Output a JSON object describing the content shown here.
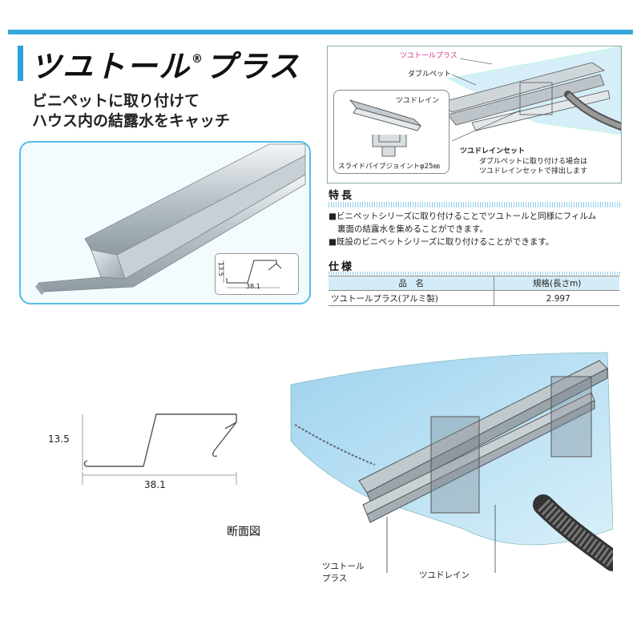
{
  "title": {
    "main": "ツユトール",
    "registered": "®",
    "suffix": "プラス"
  },
  "tagline": {
    "line1": "ビニペットに取り付けて",
    "line2": "ハウス内の結露水をキャッチ"
  },
  "photo_inset": {
    "height": "13.5",
    "width": "38.1"
  },
  "diagram_top": {
    "label_product": "ツユトールプラス",
    "label_double": "ダブルペット",
    "callout_drain": "ツユドレイン",
    "callout_joint": "スライドパイプジョイントφ25㎜",
    "set_title": "ツユドレインセット",
    "set_note1": "ダブルペットに取り付ける場合は",
    "set_note2": "ツユドレインセットで排出します"
  },
  "features": {
    "heading": "特長",
    "item1a": "■ビニペットシリーズに取り付けることでツユトールと同様にフィルム",
    "item1b": "裏面の結露水を集めることができます。",
    "item2": "■既設のビニペットシリーズに取り付けることができます。"
  },
  "spec": {
    "heading": "仕様",
    "col_name": "品　名",
    "col_length": "規格(長さm)",
    "row_name": "ツユトールプラス(アルミ製)",
    "row_length": "2.997"
  },
  "cross_section": {
    "height": "13.5",
    "width": "38.1",
    "caption": "断面図"
  },
  "big_diagram": {
    "label_product_l1": "ツユトール",
    "label_product_l2": "プラス",
    "label_drain": "ツユドレイン"
  },
  "colors": {
    "accent": "#35a9dc"
  }
}
